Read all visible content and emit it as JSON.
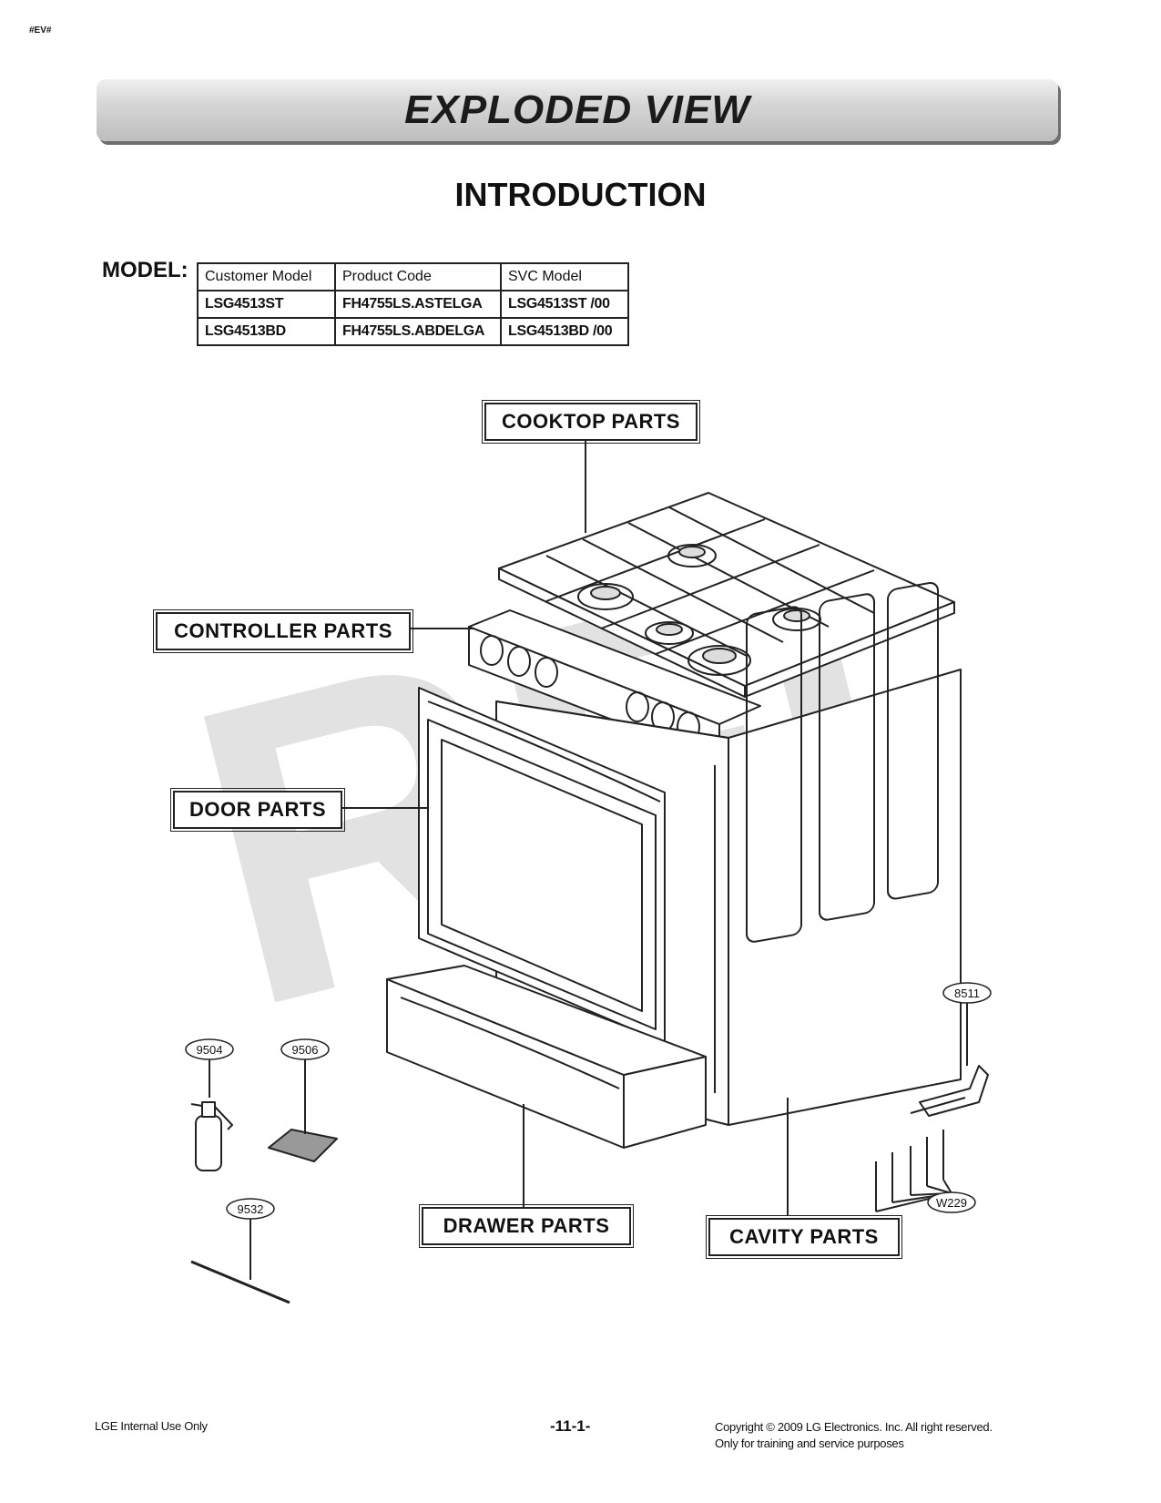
{
  "header": {
    "marker": "#EV#",
    "banner_title": "EXPLODED VIEW"
  },
  "intro": {
    "title": "INTRODUCTION"
  },
  "model": {
    "label": "MODEL:",
    "columns": [
      "Customer Model",
      "Product Code",
      "SVC Model"
    ],
    "rows": [
      [
        "LSG4513ST",
        "FH4755LS.ASTELGA",
        "LSG4513ST /00"
      ],
      [
        "LSG4513BD",
        "FH4755LS.ABDELGA",
        "LSG4513BD /00"
      ]
    ]
  },
  "diagram": {
    "watermark": "RFI",
    "callouts": {
      "cooktop": "COOKTOP PARTS",
      "controller": "CONTROLLER PARTS",
      "door": "DOOR PARTS",
      "drawer": "DRAWER PARTS",
      "cavity": "CAVITY PARTS"
    },
    "part_numbers": {
      "p9504": "9504",
      "p9506": "9506",
      "p9532": "9532",
      "p8511": "8511",
      "w229": "W229"
    }
  },
  "footer": {
    "left": "LGE Internal Use Only",
    "page": "-11-1-",
    "copyright": "Copyright © 2009 LG Electronics. Inc. All right reserved.",
    "note": "Only for training and service purposes"
  }
}
